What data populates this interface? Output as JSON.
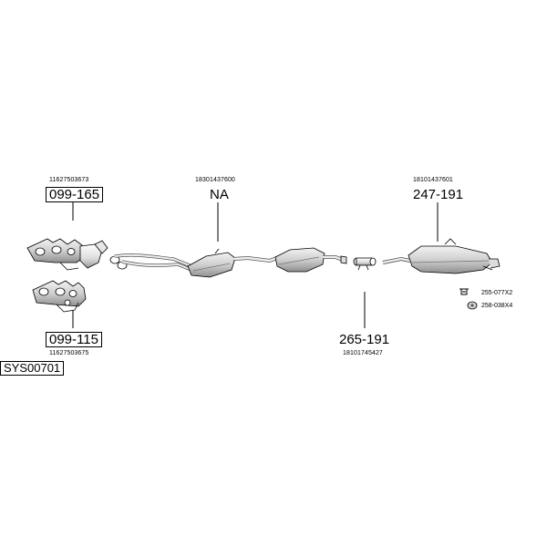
{
  "parts": {
    "manifold_upper": {
      "oem": "11627503673",
      "number": "099-165"
    },
    "middle_silencer": {
      "oem": "18301437600",
      "number": "NA"
    },
    "rear_silencer": {
      "oem": "18101437601",
      "number": "247-191"
    },
    "manifold_lower": {
      "number": "099-115",
      "oem": "11627503675"
    },
    "connector_pipe": {
      "number": "265-191",
      "oem": "18101745427"
    }
  },
  "accessories": [
    {
      "label": "255-077X2",
      "icon": "clamp-icon"
    },
    {
      "label": "258-038X4",
      "icon": "rubber-mount-icon"
    }
  ],
  "system_code": "SYS00701",
  "colors": {
    "line": "#000000",
    "part_fill": "#d9d9d9",
    "part_shade": "#a8a8a8"
  }
}
